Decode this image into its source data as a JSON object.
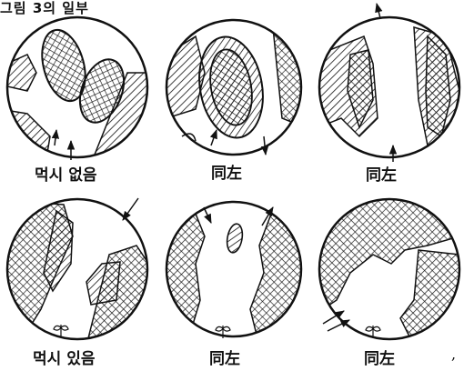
{
  "header": {
    "text": "그림 3의 일부"
  },
  "figures": [
    {
      "caption": "먹시 없음"
    },
    {
      "caption": "同左"
    },
    {
      "caption": "同左"
    },
    {
      "caption": "먹시 있음"
    },
    {
      "caption": "同左"
    },
    {
      "caption": "同左"
    }
  ],
  "legend_hint": {
    "hatch": "diagonal hatching",
    "crosshatch": "cross hatching",
    "seedling": "seedling-icon"
  }
}
